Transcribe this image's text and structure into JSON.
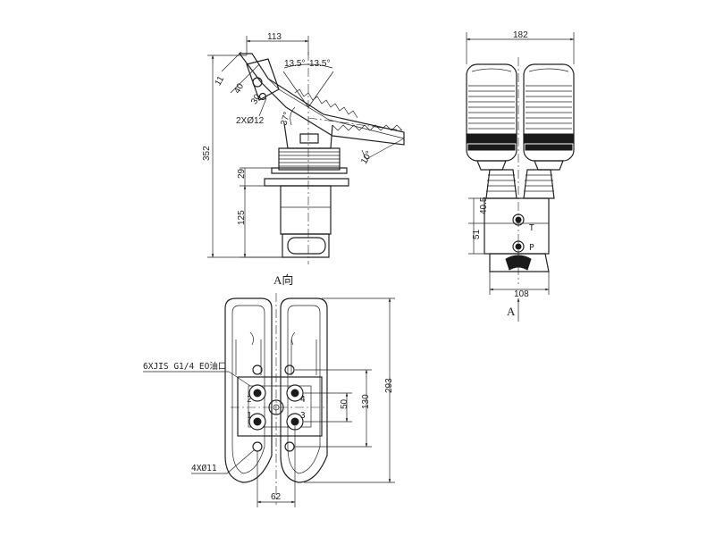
{
  "side_view": {
    "dims": {
      "top_width": "113",
      "angle_left": "13.5°",
      "angle_right": "13.5°",
      "d11": "11",
      "d40": "40",
      "d30": "30",
      "hole_callout": "2XØ12",
      "angle_37": "37°",
      "angle_10": "10°",
      "height_total": "352",
      "height_29": "29",
      "height_125": "125"
    }
  },
  "end_view": {
    "dims": {
      "top_width": "182",
      "h405": "40.5",
      "h51": "51",
      "bottom_width": "108"
    },
    "port_t": "T",
    "port_p": "P",
    "view_arrow_label": "A"
  },
  "plan_view": {
    "title": "A向",
    "port_callout": "6XJIS G1/4 EO油口",
    "hole_callout": "4XØ11",
    "dims": {
      "h50": "50",
      "h130": "130",
      "h293": "293",
      "w62": "62"
    },
    "port_numbers": [
      "2",
      "4",
      "1",
      "3"
    ]
  }
}
